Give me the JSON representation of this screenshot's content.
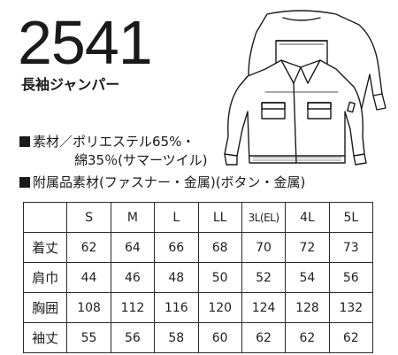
{
  "product": {
    "model": "2541",
    "name": "長袖ジャンパー"
  },
  "specs": {
    "material_line1": "素材／ポリエステル65%・",
    "material_line2": "綿35％(サマーツイル)",
    "accessories": "附属品素材(ファスナー・金属)(ボタン・金属)"
  },
  "size_table": {
    "sizes": [
      "S",
      "M",
      "L",
      "LL",
      "3L(EL)",
      "4L",
      "5L"
    ],
    "rows": [
      {
        "label": "着丈",
        "values": [
          "62",
          "64",
          "66",
          "68",
          "70",
          "72",
          "73"
        ]
      },
      {
        "label": "肩巾",
        "values": [
          "44",
          "46",
          "48",
          "50",
          "52",
          "54",
          "56"
        ]
      },
      {
        "label": "胸囲",
        "values": [
          "108",
          "112",
          "116",
          "120",
          "124",
          "128",
          "132"
        ]
      },
      {
        "label": "袖丈",
        "values": [
          "55",
          "56",
          "58",
          "60",
          "62",
          "62",
          "62"
        ]
      }
    ]
  },
  "colors": {
    "ink": "#1a1a1a",
    "line": "#2a2a2a"
  },
  "illustration": {
    "icon": "jacket-front-back-illustration"
  }
}
